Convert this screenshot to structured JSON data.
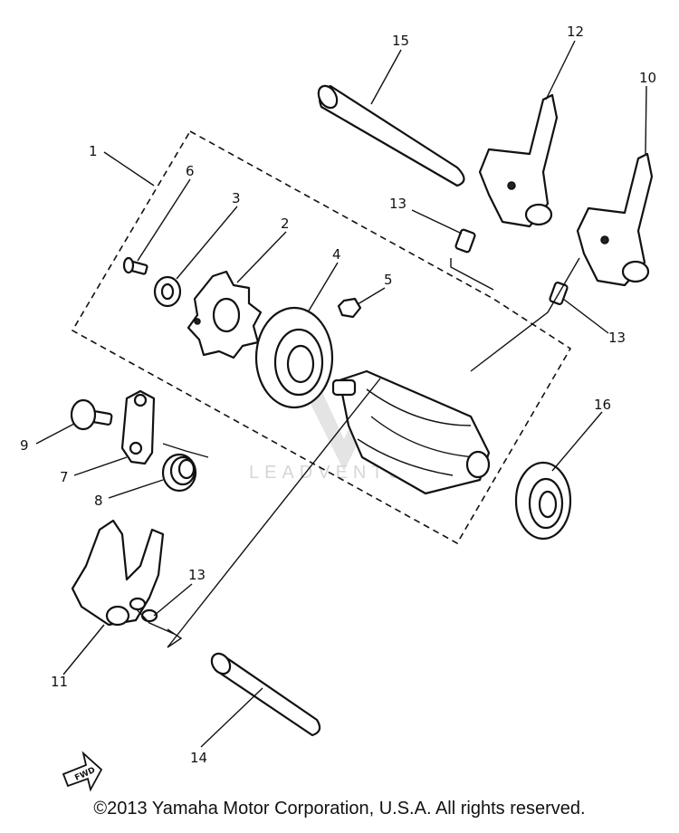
{
  "callouts": {
    "c1": "1",
    "c2": "2",
    "c3": "3",
    "c4": "4",
    "c5": "5",
    "c6": "6",
    "c7": "7",
    "c8": "8",
    "c9": "9",
    "c10": "10",
    "c11": "11",
    "c12": "12",
    "c13a": "13",
    "c13b": "13",
    "c13c": "13",
    "c14": "14",
    "c15": "15",
    "c16": "16"
  },
  "fwd_label": "FWD",
  "watermark": "LEADVENTURE",
  "copyright": "©2013 Yamaha Motor Corporation, U.S.A. All rights reserved."
}
